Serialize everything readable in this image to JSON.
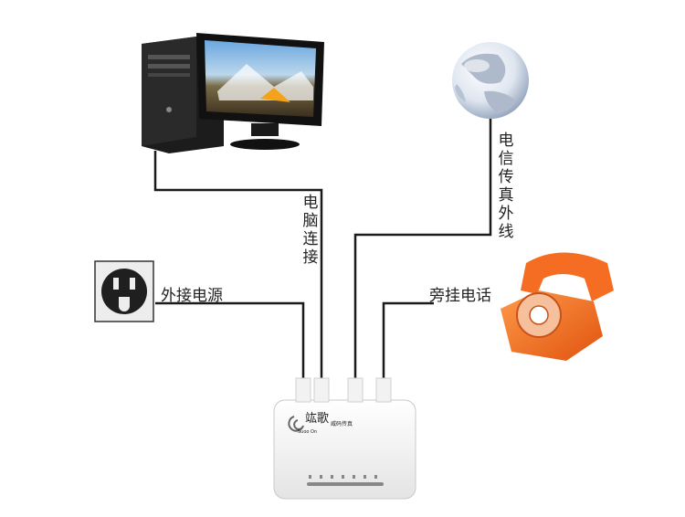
{
  "labels": {
    "computer": "电脑连接",
    "fax_line": "电信传真外线",
    "power": "外接电源",
    "phone": "旁挂电话"
  },
  "device": {
    "brand": "竑歌",
    "brand_sub": "Suoo On",
    "model": "威码传真"
  },
  "icons": {
    "computer": "desktop-computer-icon",
    "globe": "globe-icon",
    "outlet": "power-outlet-icon",
    "phone": "rotary-phone-icon",
    "device": "fax-modem-device"
  },
  "colors": {
    "line": "#1a1a1a",
    "phone": "#f26b1d",
    "device": "#f7f7f7",
    "globe": "#cfd8e6"
  }
}
